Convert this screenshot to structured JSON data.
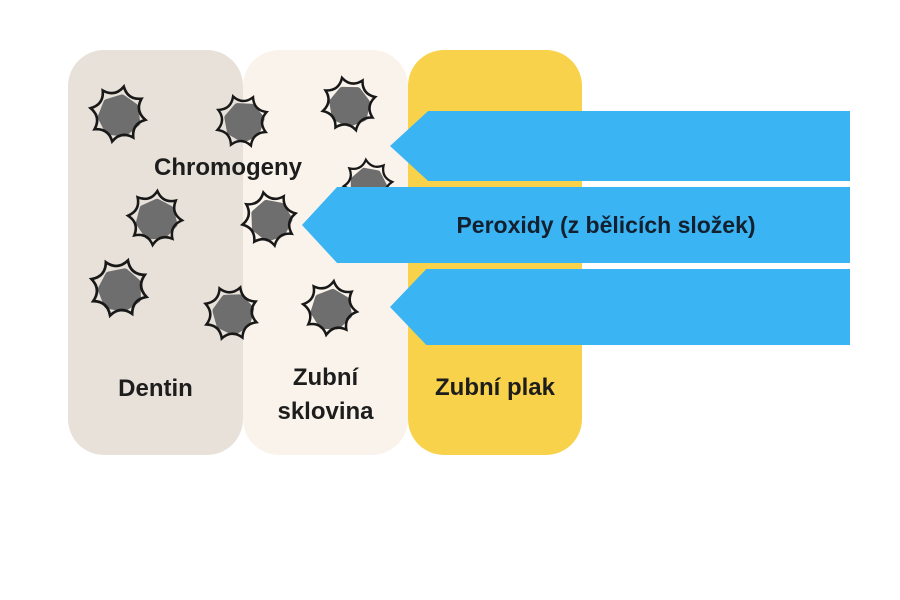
{
  "diagram": {
    "chromogens_label": "Chromogeny",
    "arrow_label": "Peroxidy (z bělicích složek)",
    "columns": [
      {
        "label": "Dentin",
        "color": "#e8e1da"
      },
      {
        "label": "Zubní sklovina",
        "color": "#faf3ec"
      },
      {
        "label": "Zubní plak",
        "color": "#f9d24b"
      }
    ],
    "arrows": {
      "count": 3,
      "direction": "left",
      "color": "#3ab4f2",
      "labels": [
        "",
        "Peroxidy (z bělicích složek)",
        ""
      ]
    },
    "chromogen_blobs": {
      "count": 9,
      "fill_color": "#6e6e6e",
      "outline_color": "#181818"
    },
    "text_color": "#1d1d1d"
  }
}
